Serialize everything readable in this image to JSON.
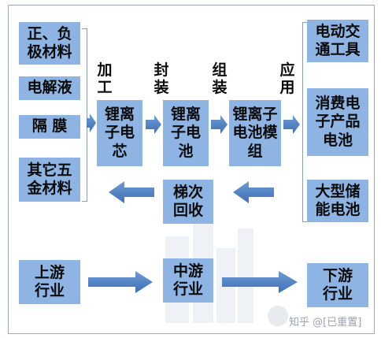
{
  "materials": [
    {
      "id": "cathode",
      "text": "正、负\n极材料"
    },
    {
      "id": "electrolyte",
      "text": "电解液"
    },
    {
      "id": "separator",
      "text": "隔  膜"
    },
    {
      "id": "other",
      "text": "其它五\n金材料"
    }
  ],
  "process_labels": [
    "加工",
    "封装",
    "组装",
    "应用"
  ],
  "steps": [
    {
      "id": "cell",
      "text": "锂离\n子电\n芯"
    },
    {
      "id": "battery",
      "text": "锂离\n子电\n池"
    },
    {
      "id": "module",
      "text": "锂离子\n电池模\n组"
    }
  ],
  "applications": [
    {
      "id": "vehicle",
      "text": "电动交\n通工具"
    },
    {
      "id": "consumer",
      "text": "消费电\n子产品\n电池"
    },
    {
      "id": "storage",
      "text": "大型储\n能电池"
    }
  ],
  "recycle": {
    "text": "梯次\n回收"
  },
  "chain": [
    {
      "id": "upstream",
      "text": "上游\n行业"
    },
    {
      "id": "midstream",
      "text": "中游\n行业"
    },
    {
      "id": "downstream",
      "text": "下游\n行业"
    }
  ],
  "watermark": "知乎 @[已重置]",
  "colors": {
    "box": "#8eb4e3",
    "arrow": "#4f81bd",
    "bracket": "#8a9bb0"
  }
}
